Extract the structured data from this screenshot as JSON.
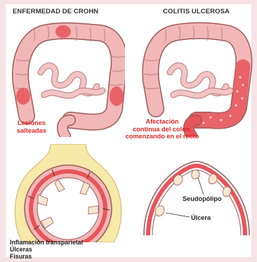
{
  "headings": {
    "crohn": "ENFERMEDAD DE CROHN",
    "colitis": "COLITIS ULCEROSA"
  },
  "labels": {
    "crohn_lesions": [
      "Lesiones",
      "salteadas"
    ],
    "colitis_affect": [
      "Afectación",
      "continua del colon,",
      "comenzando en el recto"
    ],
    "seudopolipo": "Seudopólipo",
    "ulcera_colitis": "Úlcera",
    "crohn_features": [
      "Inflamación transparietal",
      "Úlceras",
      "Fisuras"
    ]
  },
  "colors": {
    "colon_fill": "#f2b8b8",
    "colon_outline": "#9c5a5a",
    "lesion_red": "#e8545a",
    "small_bowel": "#f3c4c4",
    "fat_yellow": "#f7e9a8",
    "label_red": "#e0282a"
  }
}
